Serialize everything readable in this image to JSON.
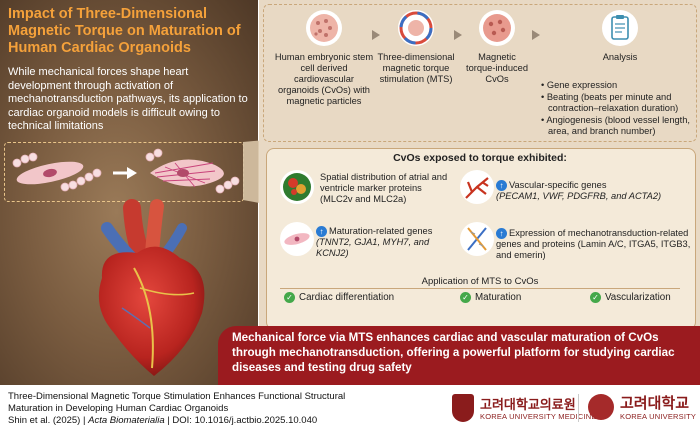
{
  "left": {
    "title": "Impact of Three-Dimensional Magnetic Torque on Maturation of Human Cardiac Organoids",
    "intro": "While mechanical forces shape heart development through activation of mechanotransduction pathways, its application to cardiac organoid models is difficult owing to technical limitations"
  },
  "workflow": {
    "steps": [
      {
        "label": "Human embryonic stem cell derived cardiovascular organoids (CvOs) with magnetic particles"
      },
      {
        "label": "Three-dimensional magnetic torque stimulation (MTS)"
      },
      {
        "label": "Magnetic torque-induced CvOs"
      },
      {
        "label": "Analysis"
      }
    ],
    "analysis_items": [
      "• Gene expression",
      "• Beating (beats per minute and contraction–relaxation duration)",
      "• Angiogenesis (blood vessel length, area, and branch number)"
    ]
  },
  "exhibit": {
    "title": "CvOs exposed to torque exhibited:",
    "item1": "Spatial distribution of atrial and ventricle marker proteins (MLC2v and MLC2a)",
    "item2_prefix": "Vascular-specific genes",
    "item2_genes": "(PECAM1, VWF, PDGFRB, and ACTA2)",
    "item3_prefix": "Maturation-related genes",
    "item3_genes": "(TNNT2, GJA1, MYH7, and KCNJ2)",
    "item4": "Expression of mechanotransduction-related genes and proteins (Lamin A/C, ITGA5, ITGB3, and emerin)"
  },
  "mts": {
    "title": "Application of MTS to CvOs",
    "outcomes": [
      "Cardiac differentiation",
      "Maturation",
      "Vascularization"
    ]
  },
  "banner": "Mechanical force via MTS enhances cardiac and vascular maturation of CvOs through mechanotransduction, offering a powerful platform for studying cardiac diseases and testing drug safety",
  "footer": {
    "paper_title": "Three-Dimensional Magnetic Torque Stimulation Enhances Functional Structural Maturation in Developing Human Cardiac Organoids",
    "authors": "Shin et al. (2025) |",
    "journal": "Acta Biomaterialia",
    "doi": "| DOI: 10.1016/j.actbio.2025.10.040",
    "logo1_kr": "고려대학교의료원",
    "logo1_en": "KOREA UNIVERSITY MEDICINE",
    "logo2_kr": "고려대학교",
    "logo2_en": "KOREA UNIVERSITY"
  },
  "colors": {
    "title_orange": "#f5a13a",
    "banner_red": "#9b1b1f",
    "panel_beige": "#e8d9c4",
    "left_brown": "#7a5c40",
    "check_green": "#44a84a",
    "arrow_blue": "#2a7bd3"
  }
}
